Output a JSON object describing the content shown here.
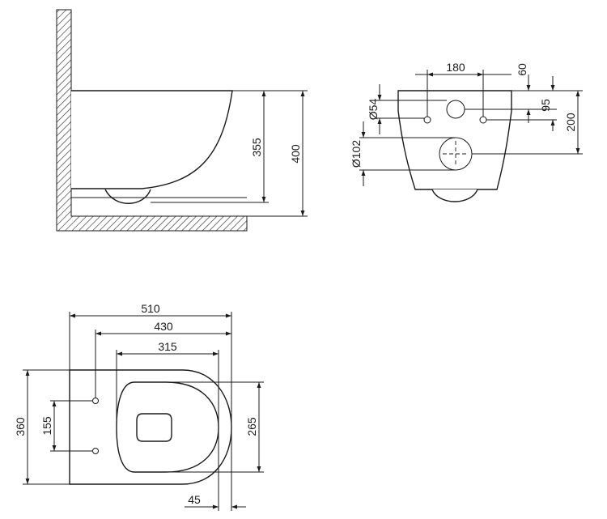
{
  "drawing": {
    "side_view": {
      "height_bowl": "355",
      "height_total": "400"
    },
    "rear_view": {
      "hole_spacing": "180",
      "top_offset": "60",
      "hole_height": "95",
      "outlet_height": "200",
      "inlet_diameter": "Ø54",
      "outlet_diameter": "Ø102"
    },
    "top_view": {
      "length_total": "510",
      "length_from_holes": "430",
      "seat_length": "315",
      "width_total": "360",
      "hole_spacing": "155",
      "seat_width": "265",
      "offset": "45"
    }
  }
}
